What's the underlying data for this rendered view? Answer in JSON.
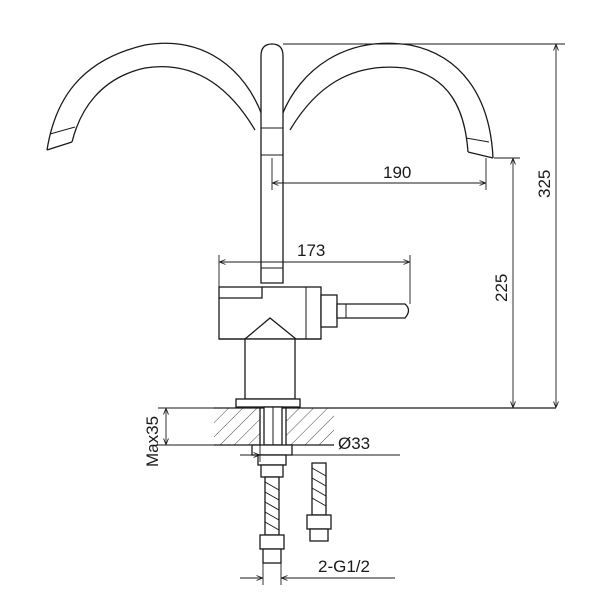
{
  "dimensions": {
    "spout_reach": "190",
    "body_width": "173",
    "spout_height": "225",
    "total_height": "325",
    "max_mount_thickness": "Max35",
    "hole_diameter": "Ø33",
    "inlet_hoses": "2-G1/2"
  },
  "colors": {
    "line": "#1a1a1a",
    "background": "#ffffff"
  }
}
